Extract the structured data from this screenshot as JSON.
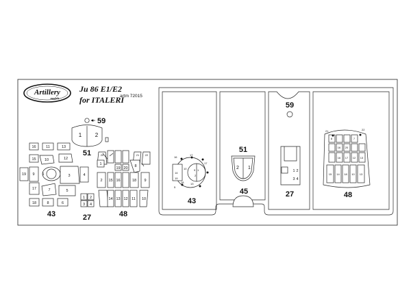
{
  "header": {
    "logo_line1": "Artillery",
    "logo_line2": "models",
    "title_line1": "Ju 86 E1/E2",
    "title_line2": "for ITALERI",
    "code": "artm 72015"
  },
  "left_group": {
    "label_59": "59",
    "label_51": "51",
    "label_43": "43",
    "label_27": "27",
    "label_48": "48",
    "canopy_part_1": "1",
    "canopy_part_2": "2"
  },
  "right_frame": {
    "label_59": "59",
    "label_51": "51",
    "label_45": "45",
    "label_43": "43",
    "label_27": "27",
    "label_48": "48",
    "canopy_part_1": "1",
    "canopy_part_2": "2"
  },
  "parts_43_left": [
    "16",
    "11",
    "13",
    "15",
    "10",
    "12",
    "19",
    "9",
    "1",
    "3",
    "4",
    "17",
    "7",
    "5",
    "18",
    "8",
    "6"
  ],
  "parts_27_left": [
    "1",
    "2",
    "3",
    "4"
  ],
  "parts_48_left": [
    "20",
    "21",
    "22",
    "1",
    "19",
    "20",
    "8",
    "2",
    "15",
    "16",
    "18",
    "9",
    "14",
    "13",
    "12",
    "11",
    "10"
  ],
  "parts_43_right": [
    "16",
    "17",
    "14",
    "19",
    "9",
    "1",
    "2",
    "10",
    "17",
    "18",
    "13",
    "5"
  ],
  "parts_27_right": [
    "1",
    "2",
    "3",
    "4"
  ],
  "parts_48_right": [
    "21",
    "22",
    "8",
    "7",
    "16",
    "20",
    "16",
    "17",
    "12",
    "13",
    "15",
    "14",
    "18",
    "10",
    "13"
  ]
}
